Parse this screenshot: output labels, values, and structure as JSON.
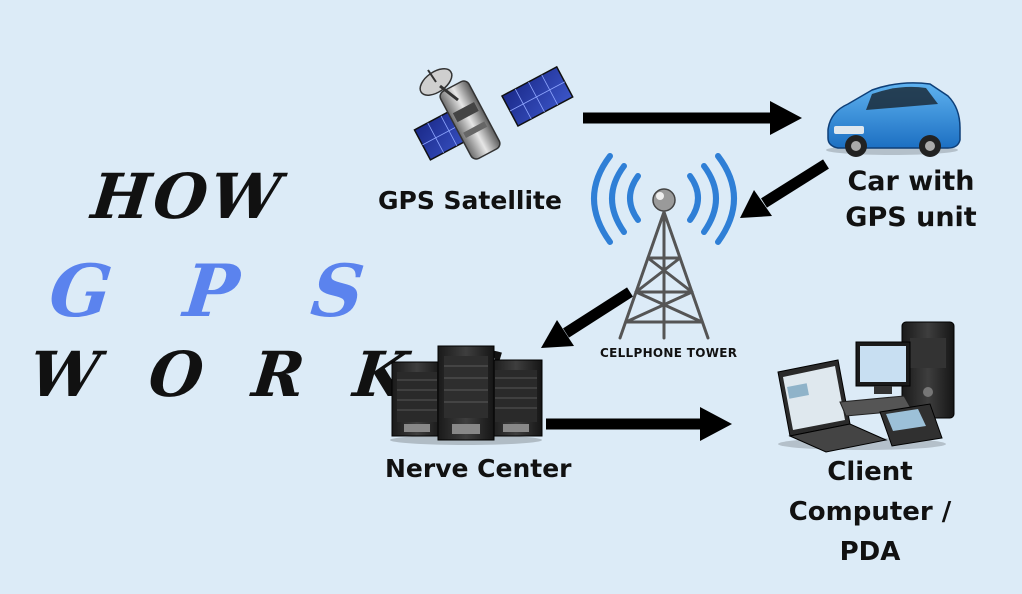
{
  "title": {
    "line1": "HOW",
    "line2": "G P S",
    "line3": "W O R K S"
  },
  "nodes": {
    "satellite": "GPS Satellite",
    "car_line1": "Car with",
    "car_line2": "GPS unit",
    "tower": "CELLPHONE TOWER",
    "nerve_center": "Nerve Center",
    "client_line1": "Client",
    "client_line2": "Computer /",
    "client_line3": "PDA"
  },
  "colors": {
    "background": "#dcebf7",
    "accent": "#5b83ee",
    "tower_waves": "#2f7fd6",
    "car": "#2a86d8"
  },
  "flow": [
    "satellite-to-car",
    "car-to-tower",
    "tower-to-nerve-center",
    "nerve-center-to-client"
  ]
}
